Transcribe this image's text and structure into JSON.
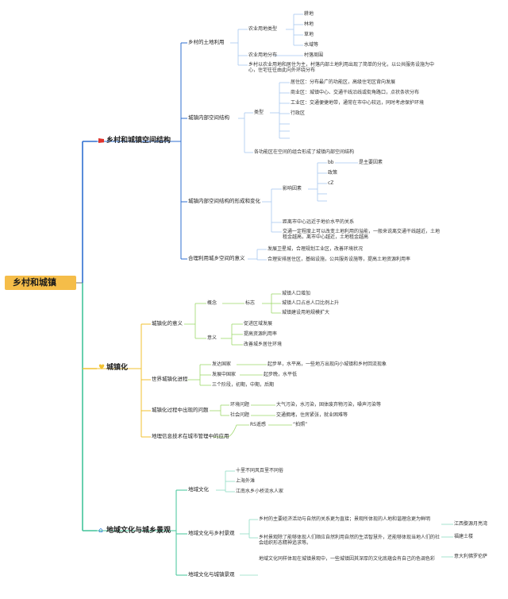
{
  "root": "乡村和城镇",
  "branches": [
    {
      "label": "乡村和城镇空间结构",
      "icon": "red-flag-icon",
      "color": "#2f6fd0",
      "children": [
        {
          "label": "乡村的土地利用",
          "children": [
            {
              "label": "农业用地类型",
              "items": [
                "耕地",
                "林地",
                "草地",
                "水域等"
              ]
            },
            {
              "label": "农业用地分布",
              "items": [
                "村落周围"
              ]
            },
            {
              "label": "乡村以农业用地和居住为主，村落内部土地利用出现了简单的分化，以公共服务设施为中心，住宅往往由此向外环绕分布"
            }
          ]
        },
        {
          "label": "城镇内部空间结构",
          "children": [
            {
              "label": "类型",
              "items": [
                "居住区：分布最广的功能区，高级住宅区背向发展",
                "商业区：城镇中心、交通干线沿线或街角路口，点状条状分布",
                "工业区：交通便捷地带，通常在市中心较远，同时考虑保护环境",
                "行政区",
                "",
                "",
                ""
              ]
            },
            {
              "label": "各功能区在空间的组合形成了城镇内部空间结构"
            }
          ]
        },
        {
          "label": "城镇内部空间结构的形成和变化",
          "children": [
            {
              "label": "影响因素",
              "items": [
                "bb",
                "政策",
                "cZ",
                "",
                ""
              ],
              "sub": "是主要因素"
            },
            {
              "label": "距离市中心远近于地价水平的关系"
            },
            {
              "label": "交通一定程度上可以改变土地利用的溢能，一般来说离交通干线越近，土地租金越高，离市中心越近，土地租金越高"
            }
          ]
        },
        {
          "label": "合理利用城乡空间的意义",
          "children": [
            {
              "label": "发展卫星城，合理规划工业区，改善环境状况"
            },
            {
              "label": "合理安排居住区，基础设施，公共服务设施等，提高土地资源利用率"
            }
          ]
        }
      ]
    },
    {
      "label": "城镇化",
      "icon": "heart-icon",
      "color": "#f2c230",
      "children": [
        {
          "label": "城镇化的意义",
          "children": [
            {
              "label": "概念",
              "sub": "标志",
              "items": [
                "城镇人口增加",
                "城镇人口占总人口比例上升",
                "城镇建设用地规模扩大"
              ]
            },
            {
              "label": "意义",
              "items": [
                "促进区域发展",
                "提高资源利用率",
                "改善城乡居住环境"
              ]
            }
          ]
        },
        {
          "label": "世界城镇化进程",
          "children": [
            {
              "label": "发达国家",
              "value": "起步早，水平高，一些地方出现向小城镇和乡村回流现象"
            },
            {
              "label": "发展中国家",
              "value": "起步晚，水平低"
            },
            {
              "label": "三个阶段，初期，中期，后期"
            }
          ]
        },
        {
          "label": "城镇化过程中出现的问题",
          "children": [
            {
              "label": "环境问题",
              "value": "大气污染，水污染，固体废弃物污染，噪声污染等"
            },
            {
              "label": "社会问题",
              "value": "交通拥堵，住房紧张，就业困难等"
            }
          ]
        },
        {
          "label": "地理信息技术在城市管理中的应用",
          "children": [
            {
              "label": "RS遥感",
              "value": "“拍照”"
            }
          ]
        }
      ]
    },
    {
      "label": "地域文化与城乡景观",
      "icon": "house-icon",
      "color": "#42c49a",
      "children": [
        {
          "label": "地域文化",
          "children": [
            {
              "label": "十里不同风百里不同俗"
            },
            {
              "label": "上海外滩"
            },
            {
              "label": "江南水乡小桥流水人家"
            }
          ]
        },
        {
          "label": "地域文化与乡村景观",
          "children": [
            {
              "label": "乡村的主要经济活动与自然的关系更为直接；景观所体现的人地和谐理念更为鲜明",
              "value": "江西婺源月亮湾"
            },
            {
              "label": "乡村景观除了能够体现人们顺应自然利用自然的生活智慧外，还能够体现当地人们的社会组织形态精神追求等。",
              "value": "福建土楼"
            }
          ]
        },
        {
          "label": "地域文化与城镇景观",
          "children": [
            {
              "label": "地域文化同样体现在城镇景观中，一些城镇因其深厚的文化底蕴会有自己的色调色彩",
              "value": "意大利佛罗伦萨"
            }
          ]
        }
      ]
    }
  ]
}
